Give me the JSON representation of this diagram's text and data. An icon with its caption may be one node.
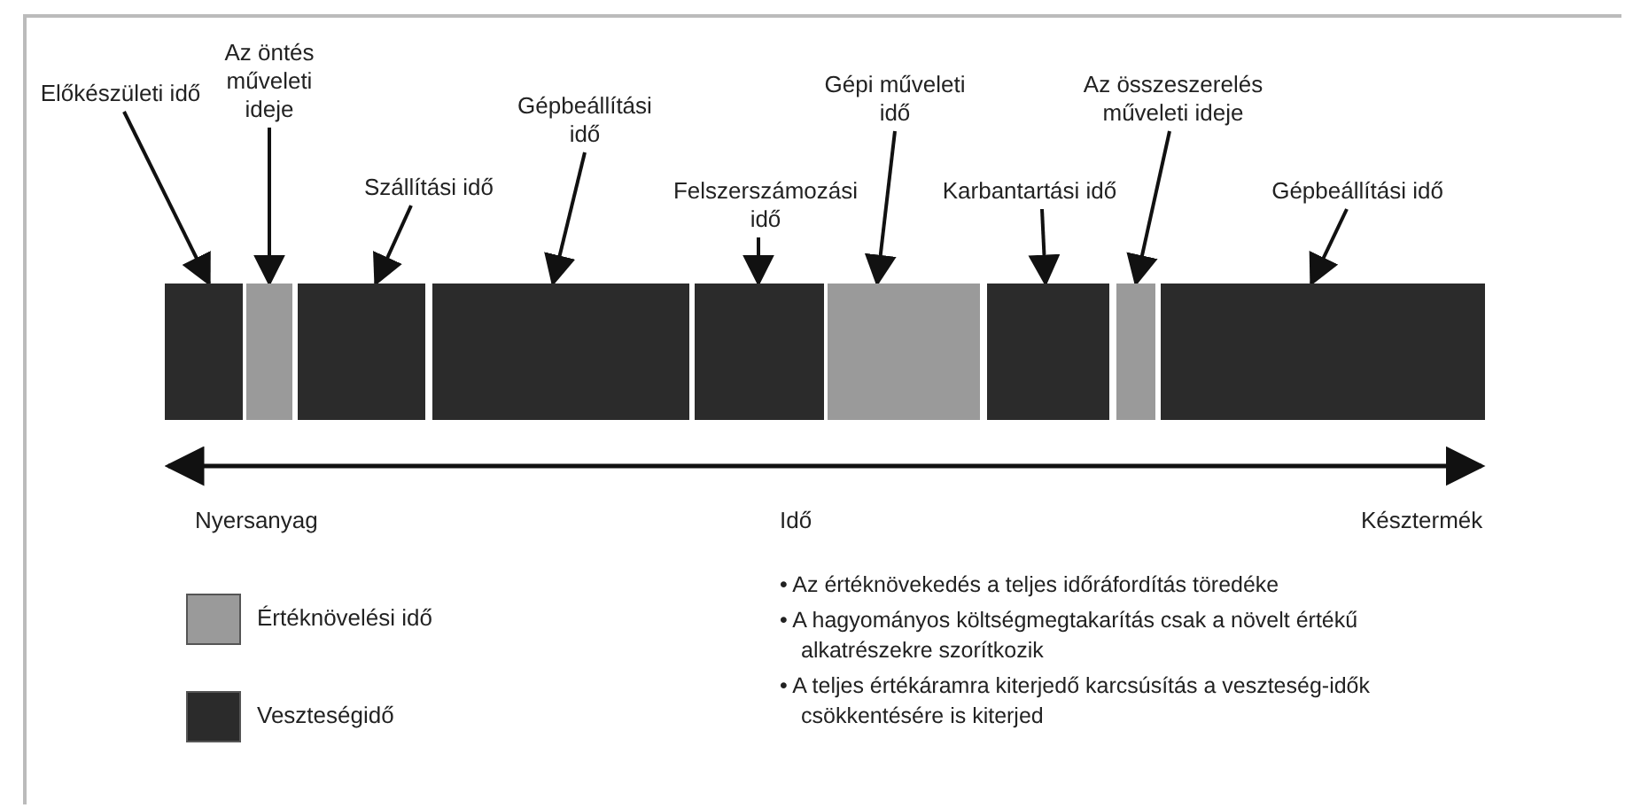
{
  "diagram": {
    "nodes": [
      {
        "text": [
          "Előkészületi idő"
        ]
      },
      {
        "text": [
          "Az öntés műveleti ideje"
        ]
      },
      {
        "text": [
          "Szállítási idő"
        ]
      },
      {
        "text": [
          "Gépbeállítási idő"
        ]
      },
      {
        "text": [
          "Felszerszámozási idő"
        ]
      },
      {
        "text": [
          "Gépi műveleti idő"
        ]
      },
      {
        "text": [
          "Az összeszerelés műveleti ideje"
        ]
      },
      {
        "text": [
          "Karbantartási idő"
        ]
      },
      {
        "text": [
          "Gépbeállítási idő"
        ]
      },
      {
        "text": [],
        "shape": "bar"
      },
      {
        "text": [],
        "shape": "bar"
      },
      {
        "text": [],
        "shape": "bar"
      },
      {
        "text": [],
        "shape": "bar"
      },
      {
        "text": [],
        "shape": "bar"
      },
      {
        "text": [],
        "shape": "bar"
      },
      {
        "text": [],
        "shape": "bar"
      },
      {
        "text": [],
        "shape": "bar"
      },
      {
        "text": [],
        "shape": "bar"
      }
    ],
    "edges": [
      {
        "from": 0,
        "to": 9,
        "arrow": "to"
      },
      {
        "from": 1,
        "to": 10,
        "arrow": "to"
      },
      {
        "from": 2,
        "to": 11,
        "arrow": "to"
      },
      {
        "from": 3,
        "to": 12,
        "arrow": "to"
      },
      {
        "from": 4,
        "to": 13,
        "arrow": "to"
      },
      {
        "from": 5,
        "to": 14,
        "arrow": "to"
      },
      {
        "from": 6,
        "to": 16,
        "arrow": "to"
      },
      {
        "from": 7,
        "to": 15,
        "arrow": "to"
      },
      {
        "from": 8,
        "to": 17,
        "arrow": "to"
      }
    ],
    "labels": [
      "Nyersanyag",
      "Idő",
      "Késztermék",
      "• Az értéknövekedés a teljes időráfordítás töredéke",
      "• A hagyományos költségmegtakarítás csak a növelt értékű alkatrészekre szorítkozik",
      "• A teljes értékáramra kiterjedő karcsúsítás a veszteség-idők csökkentésére is kiterjed"
    ],
    "legend": [
      {
        "text": "Értéknövelési idő",
        "color": "#9a9a9a"
      },
      {
        "text": "Veszteségidő",
        "color": "#2b2b2b"
      }
    ]
  }
}
